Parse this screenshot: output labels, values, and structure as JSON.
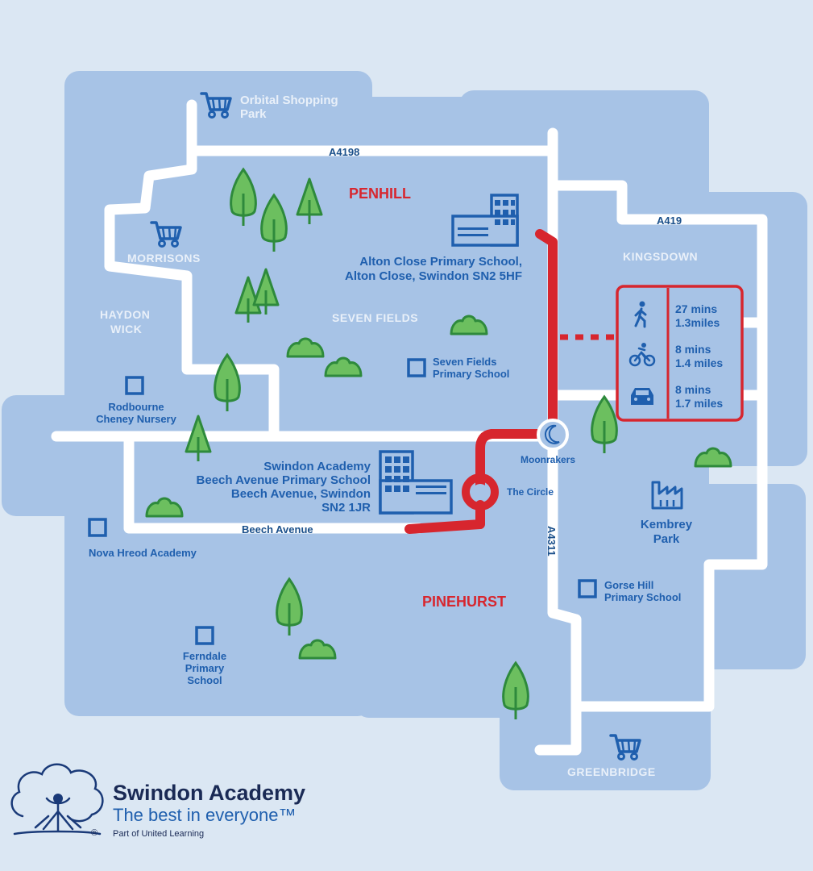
{
  "colors": {
    "background": "#dbe7f3",
    "land": "#a7c3e6",
    "road": "#ffffff",
    "route": "#d7262e",
    "labels": "#1f5fae",
    "districts": "#d7262e",
    "trees": "#6cbf5f"
  },
  "roads": {
    "a4198": "A4198",
    "a419": "A419",
    "a4311": "A4311",
    "beech_avenue": "Beech Avenue"
  },
  "districts": {
    "penhill": "PENHILL",
    "pinehurst": "PINEHURST"
  },
  "areas": {
    "morrisons": "MORRISONS",
    "kingsdown": "KINGSDOWN",
    "haydon_1": "HAYDON",
    "haydon_2": "WICK",
    "seven_fields": "SEVEN FIELDS",
    "greenbridge": "GREENBRIDGE"
  },
  "places": {
    "orbital_1": "Orbital Shopping",
    "orbital_2": "Park",
    "seven_fields_school_1": "Seven Fields",
    "seven_fields_school_2": "Primary School",
    "rodbourne_1": "Rodbourne",
    "rodbourne_2": "Cheney Nursery",
    "nova_hreod": "Nova Hreod Academy",
    "ferndale_1": "Ferndale",
    "ferndale_2": "Primary",
    "ferndale_3": "School",
    "gorse_1": "Gorse Hill",
    "gorse_2": "Primary School",
    "moonrakers": "Moonrakers",
    "the_circle": "The Circle",
    "kembrey_1": "Kembrey",
    "kembrey_2": "Park"
  },
  "schools": {
    "alton_1": "Alton Close Primary School,",
    "alton_2": "Alton Close, Swindon SN2 5HF",
    "swindon_1": "Swindon Academy",
    "swindon_2": "Beech Avenue Primary School",
    "swindon_3": "Beech Avenue, Swindon",
    "swindon_4": "SN2 1JR"
  },
  "travel": {
    "walk": {
      "icon": "walking-person-icon",
      "time": "27 mins",
      "distance": "1.3miles"
    },
    "cycle": {
      "icon": "bicycle-icon",
      "time": "8 mins",
      "distance": "1.4 miles"
    },
    "drive": {
      "icon": "car-icon",
      "time": "8 mins",
      "distance": "1.7 miles"
    }
  },
  "logo": {
    "icon": "tree-figure-logo-icon",
    "name": "Swindon Academy",
    "tagline": "The best in everyone™",
    "registered": "®",
    "part_of": "Part of United Learning"
  }
}
